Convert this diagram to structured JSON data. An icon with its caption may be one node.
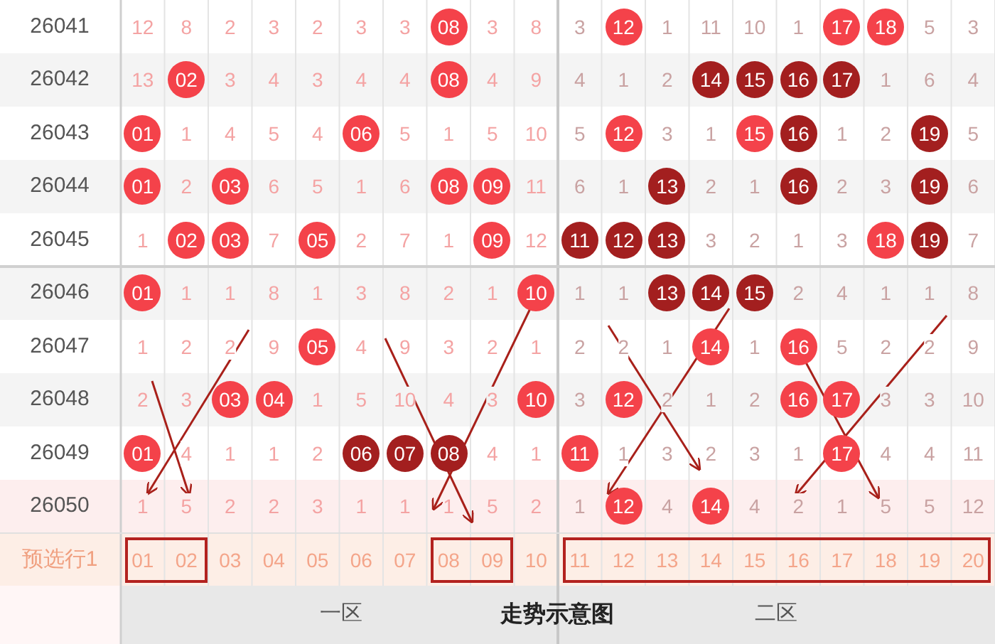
{
  "diagram": {
    "title": "走势示意图",
    "nodes": [
      {
        "text": [
          "01",
          "02"
        ]
      },
      {
        "text": [
          "08",
          "09"
        ]
      },
      {
        "text": [
          "11",
          "12",
          "13",
          "14",
          "15",
          "16",
          "17",
          "18",
          "19",
          "20"
        ]
      }
    ],
    "labels": [
      "26041",
      "12",
      "8",
      "2",
      "3",
      "2",
      "3",
      "3",
      "08",
      "3",
      "8",
      "3",
      "12",
      "1",
      "11",
      "10",
      "1",
      "17",
      "18",
      "5",
      "3",
      "26042",
      "13",
      "02",
      "3",
      "4",
      "3",
      "4",
      "4",
      "08",
      "4",
      "9",
      "4",
      "1",
      "2",
      "14",
      "15",
      "16",
      "17",
      "1",
      "6",
      "4",
      "26043",
      "01",
      "1",
      "4",
      "5",
      "4",
      "06",
      "5",
      "1",
      "5",
      "10",
      "5",
      "12",
      "3",
      "1",
      "15",
      "16",
      "1",
      "2",
      "19",
      "5",
      "26044",
      "01",
      "2",
      "03",
      "6",
      "5",
      "1",
      "6",
      "08",
      "09",
      "11",
      "6",
      "1",
      "13",
      "2",
      "1",
      "16",
      "2",
      "3",
      "19",
      "6",
      "26045",
      "1",
      "02",
      "03",
      "7",
      "05",
      "2",
      "7",
      "1",
      "09",
      "12",
      "11",
      "12",
      "13",
      "3",
      "2",
      "1",
      "3",
      "18",
      "19",
      "7",
      "26046",
      "01",
      "1",
      "1",
      "8",
      "1",
      "3",
      "8",
      "2",
      "1",
      "10",
      "1",
      "1",
      "13",
      "14",
      "15",
      "2",
      "4",
      "1",
      "1",
      "8",
      "26047",
      "1",
      "2",
      "2",
      "9",
      "05",
      "4",
      "9",
      "3",
      "2",
      "1",
      "2",
      "2",
      "1",
      "14",
      "1",
      "16",
      "5",
      "2",
      "2",
      "9",
      "26048",
      "2",
      "3",
      "03",
      "04",
      "1",
      "5",
      "10",
      "4",
      "3",
      "10",
      "3",
      "12",
      "2",
      "1",
      "2",
      "16",
      "17",
      "3",
      "3",
      "10",
      "26049",
      "01",
      "4",
      "1",
      "1",
      "2",
      "06",
      "07",
      "08",
      "4",
      "1",
      "11",
      "1",
      "3",
      "2",
      "3",
      "1",
      "17",
      "4",
      "4",
      "11",
      "26050",
      "1",
      "5",
      "2",
      "2",
      "3",
      "1",
      "1",
      "1",
      "5",
      "2",
      "1",
      "12",
      "4",
      "14",
      "4",
      "2",
      "1",
      "5",
      "5",
      "12",
      "预选行1",
      "03",
      "04",
      "05",
      "06",
      "07",
      "10",
      "一区",
      "二区"
    ]
  }
}
